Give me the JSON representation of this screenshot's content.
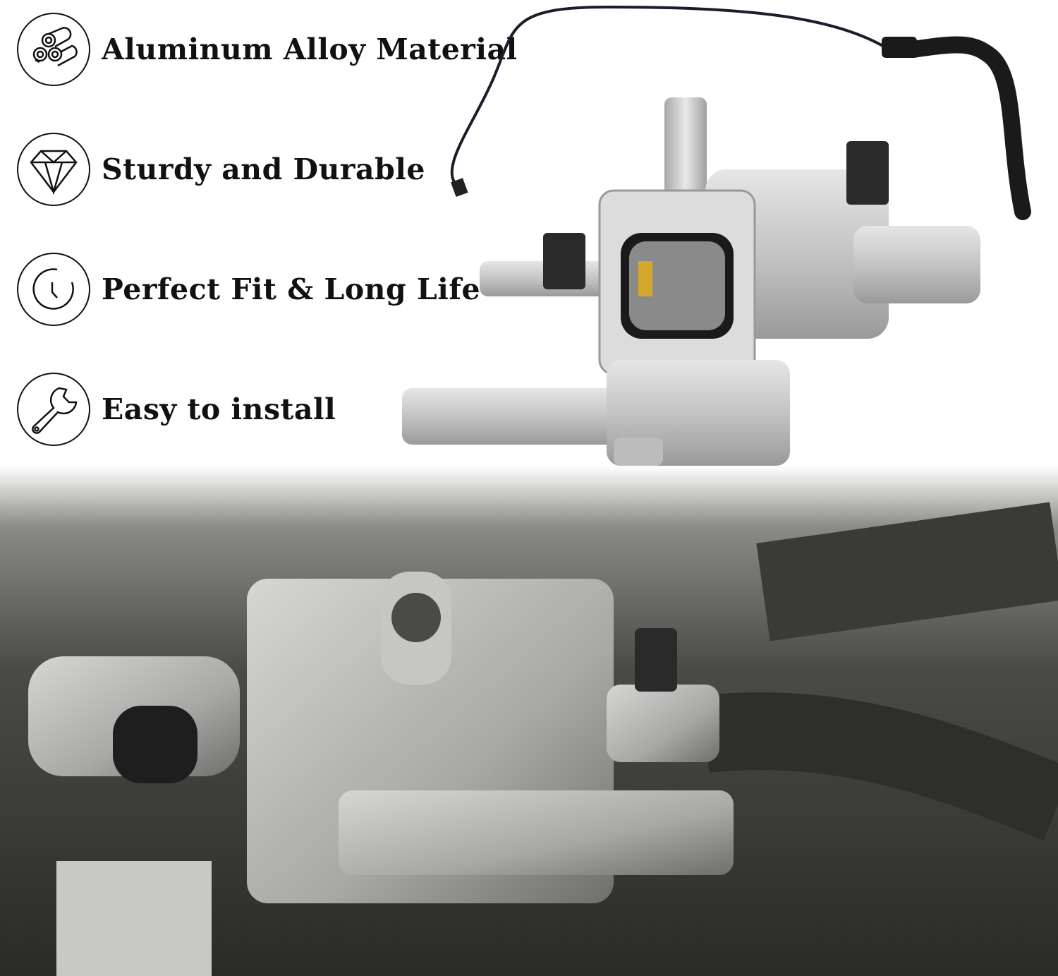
{
  "features": [
    {
      "label": "Aluminum Alloy Material",
      "icon": "aluminum-pipes-icon"
    },
    {
      "label": "Sturdy and Durable",
      "icon": "diamond-icon"
    },
    {
      "label": "Perfect Fit & Long Life",
      "icon": "clock-icon"
    },
    {
      "label": "Easy to install",
      "icon": "wrench-icon"
    }
  ],
  "colors": {
    "text": "#111111",
    "aluminum": "#c8c8c8",
    "engine_bay": "#3a3a38"
  }
}
